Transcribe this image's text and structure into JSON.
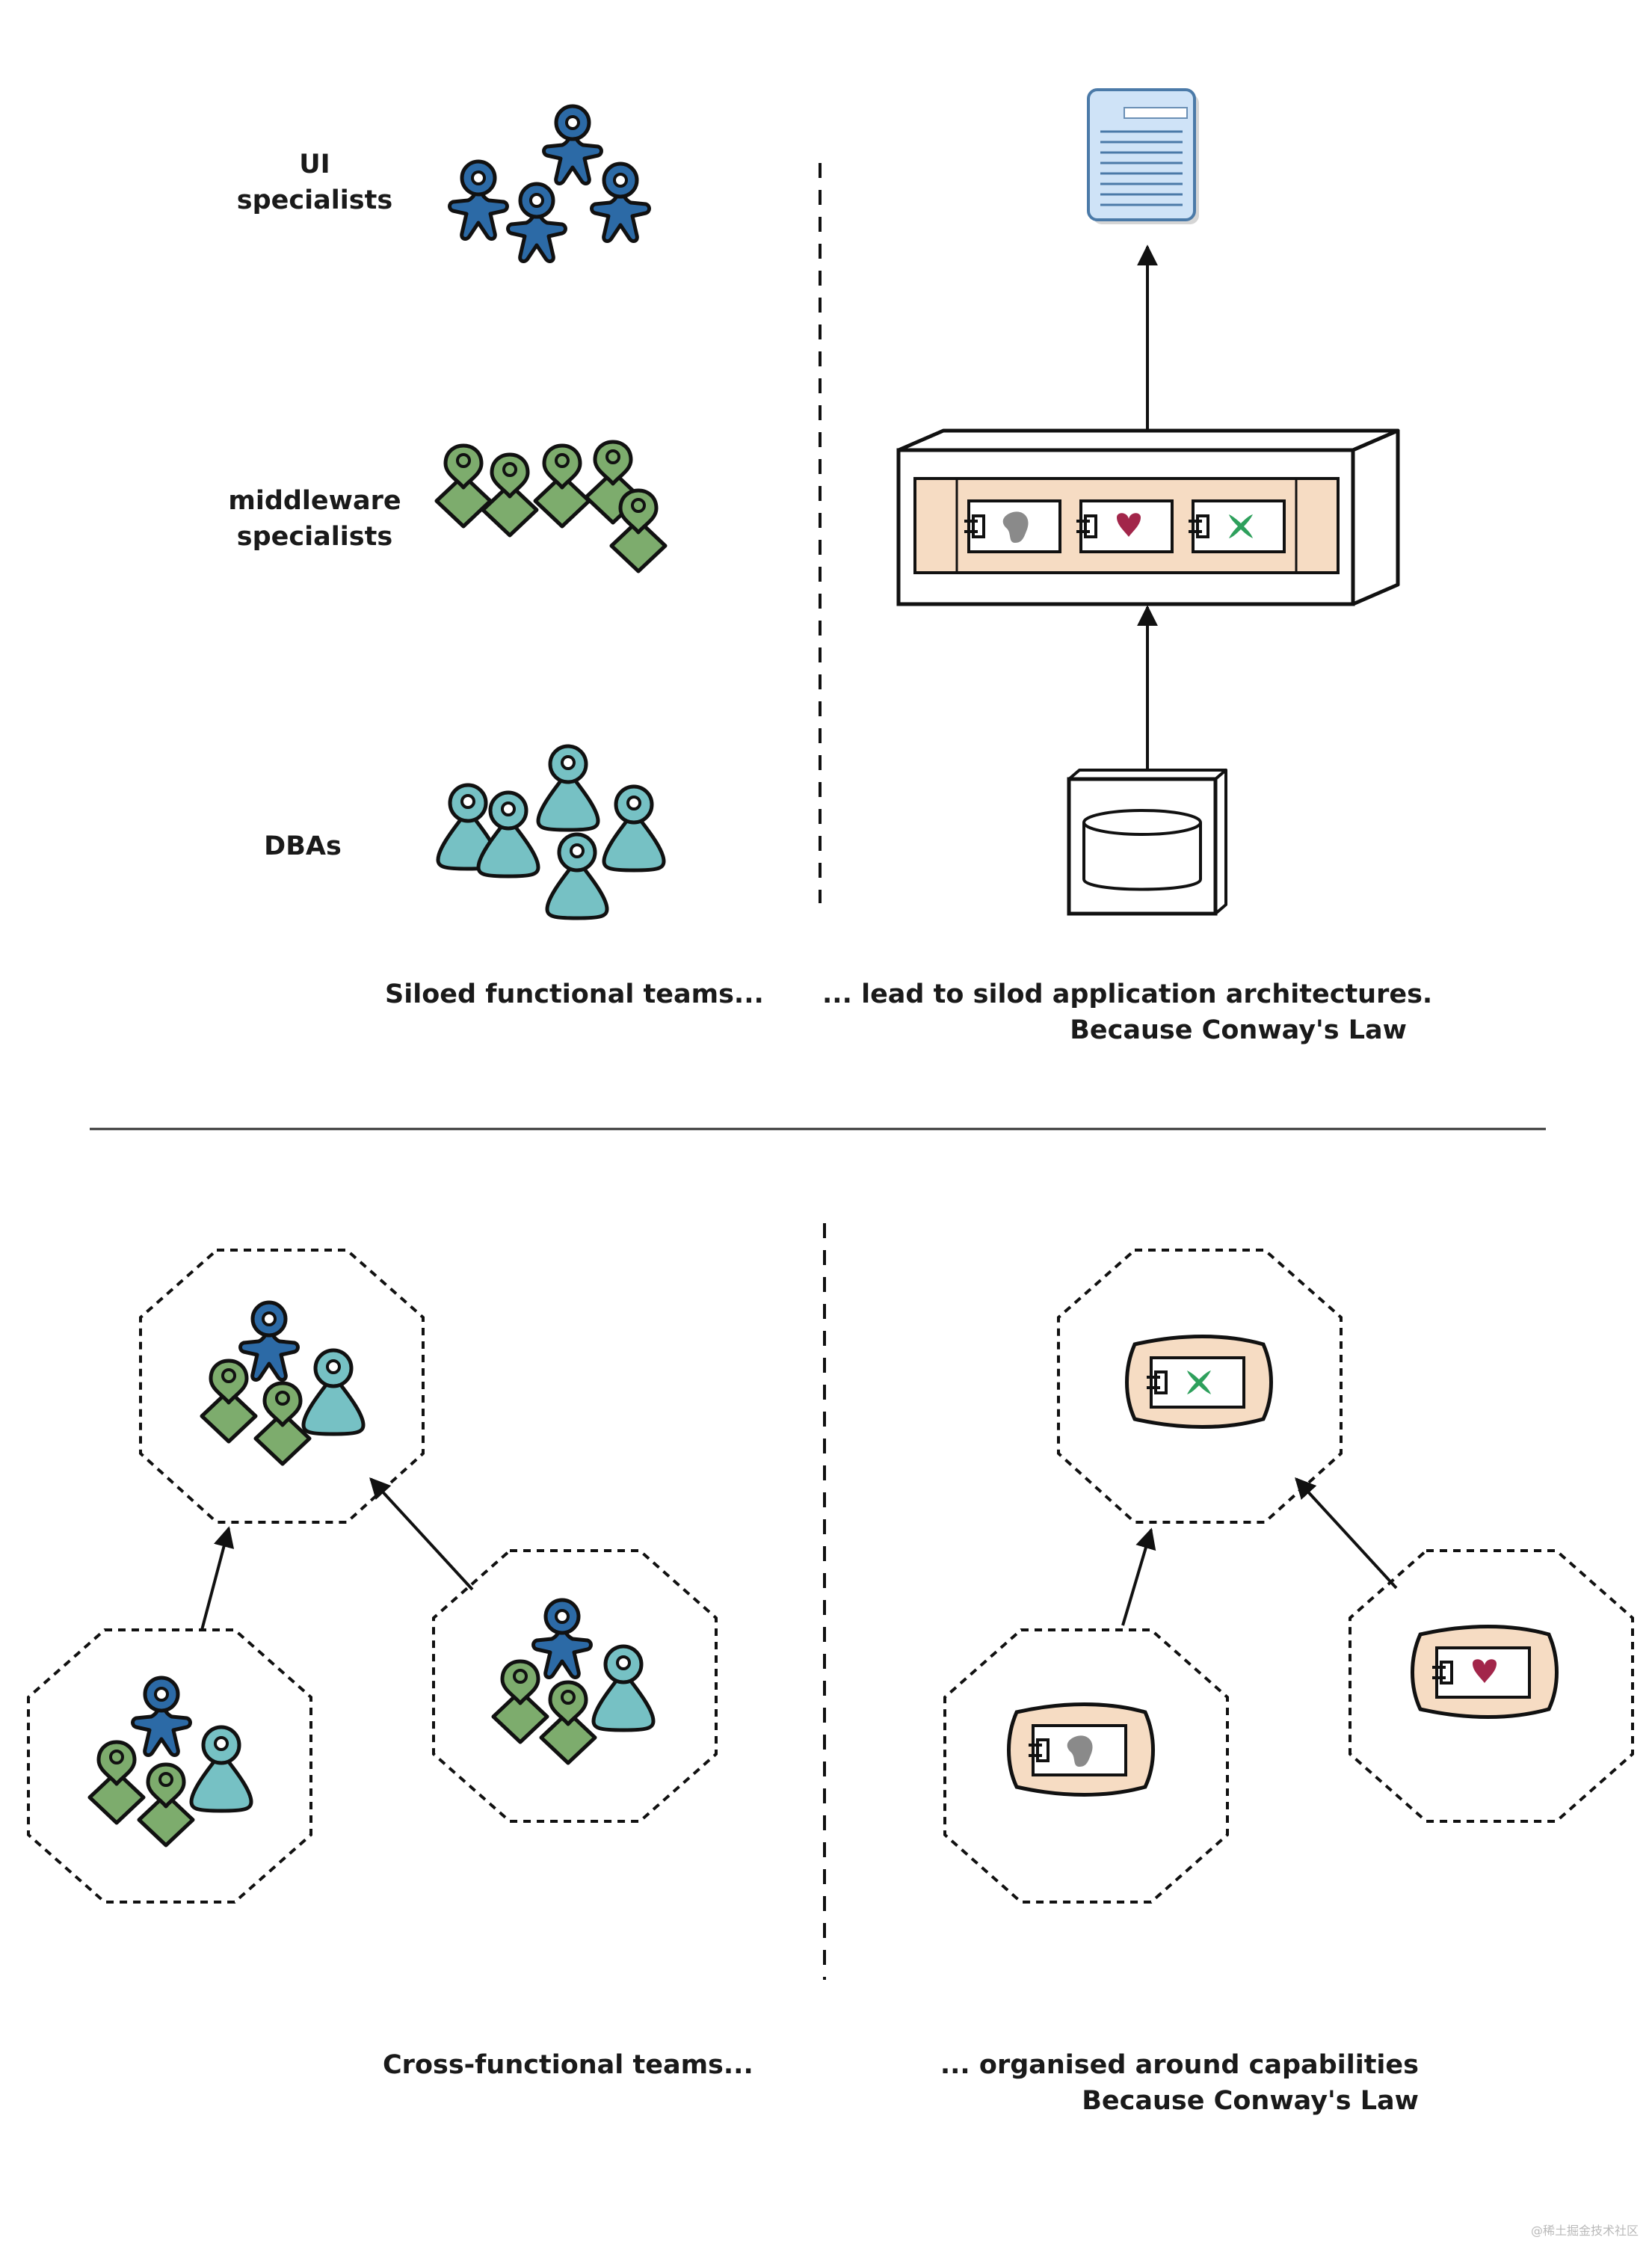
{
  "top": {
    "roles": [
      {
        "line1": "UI",
        "line2": "specialists"
      },
      {
        "line1": "middleware",
        "line2": "specialists"
      },
      {
        "line1": "DBAs",
        "line2": ""
      }
    ],
    "caption_left": "Siloed functional teams...",
    "caption_right_line1": "... lead to silod application architectures.",
    "caption_right_line2": "Because Conway's Law"
  },
  "bottom": {
    "caption_left": "Cross-functional teams...",
    "caption_right_line1": "... organised around capabilities",
    "caption_right_line2": "Because Conway's Law"
  },
  "watermark": "@稀土掘金技术社区",
  "colors": {
    "ui_people": "#2c6aa6",
    "middleware_people": "#7dac6d",
    "dba_people": "#76c1c4",
    "component_bg": "#f6dcc3",
    "blob_grey": "#8a8a8a",
    "heart_red": "#a2264a",
    "cross_green": "#2ea05c",
    "document_blue": "#cfe3f7"
  },
  "icons": [
    "person-icon",
    "document-icon",
    "component-icon",
    "database-icon",
    "octagon-team-icon"
  ]
}
